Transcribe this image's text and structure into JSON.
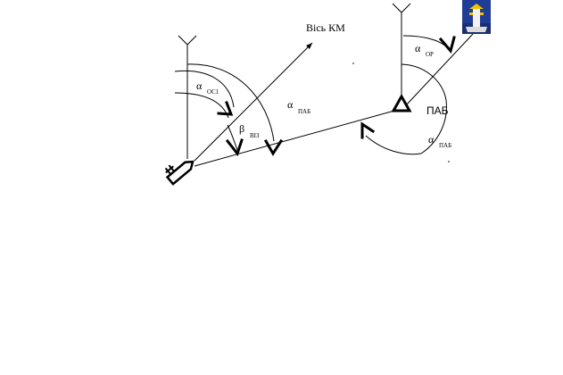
{
  "labels": {
    "axis_km": "Вісь КМ",
    "paab": "ПАБ",
    "alpha": "α",
    "beta": "β",
    "sub_os1": "ОС1",
    "sub_paab": "ПАБ",
    "sub_viz": "ВІЗ",
    "sub_or": "ОР"
  },
  "icons": {
    "emblem": "city-coat-of-arms-icon",
    "ship": "ship-icon",
    "station": "triangle-station-icon",
    "north": "north-arrow-icon"
  },
  "colors": {
    "line": "#000000",
    "emblem_blue": "#1f3c96",
    "emblem_gold": "#f2c200"
  }
}
